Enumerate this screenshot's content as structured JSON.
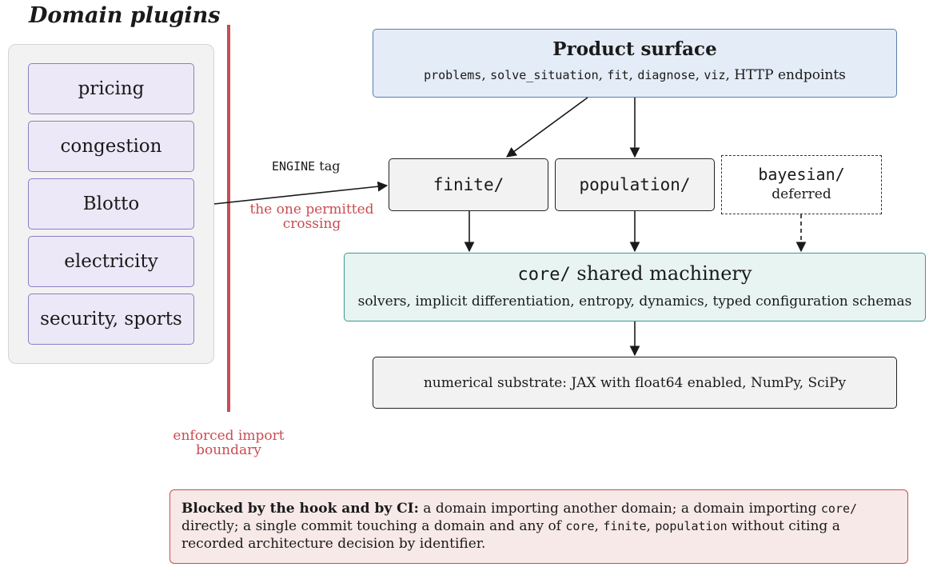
{
  "domain_plugins": {
    "title": "Domain plugins",
    "items": [
      "pricing",
      "congestion",
      "Blotto",
      "electricity",
      "security, sports"
    ]
  },
  "boundary": {
    "crossing_tag_code": "ENGINE",
    "crossing_tag_text": " tag",
    "crossing_note_line1": "the one permitted",
    "crossing_note_line2": "crossing",
    "boundary_label_line1": "enforced import",
    "boundary_label_line2": "boundary"
  },
  "product_surface": {
    "title": "Product surface",
    "api_items": [
      "problems",
      "solve_situation",
      "fit",
      "diagnose",
      "viz"
    ],
    "separator": ", ",
    "http_text": "HTTP endpoints"
  },
  "modules": {
    "finite": "finite/",
    "population": "population/",
    "bayesian": "bayesian/",
    "bayesian_status": "deferred"
  },
  "core": {
    "title_code": "core/",
    "title_text": " shared machinery",
    "subtitle": "solvers, implicit differentiation, entropy, dynamics, typed configuration schemas"
  },
  "substrate": {
    "text": "numerical substrate: JAX with float64 enabled, NumPy, SciPy"
  },
  "blocked": {
    "lead": "Blocked by the hook and by CI:",
    "t1": " a domain importing another domain; a domain importing ",
    "c1": "core/",
    "t2": " directly; a single commit touching a domain and any of ",
    "c2": "core",
    "t3": ", ",
    "c3": "finite",
    "t4": ", ",
    "c4": "population",
    "t5": " without citing a recorded architecture decision by identifier."
  },
  "colors": {
    "plugin_fill": "#ece8f7",
    "plugin_border": "#8b7fc4",
    "boundary_red": "#c94c53",
    "product_fill": "#e4ecf7",
    "core_fill": "#e8f4f2",
    "blocked_fill": "#f8e9e9"
  }
}
